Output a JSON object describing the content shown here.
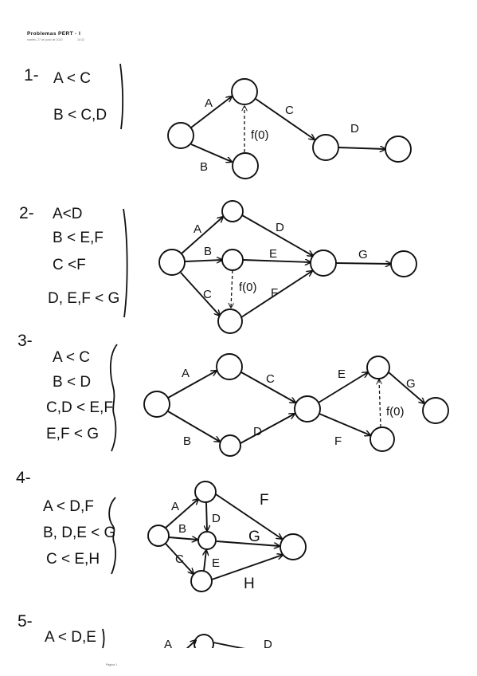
{
  "header": {
    "title": "Problemas PERT - I",
    "date": "martes, 27 de junio de 2020",
    "time": "10:32"
  },
  "problems": [
    {
      "number": "1-",
      "constraints": [
        "A < C",
        "B < C,D"
      ],
      "edge_labels": {
        "a": "A",
        "b": "B",
        "c": "C",
        "d": "D",
        "dummy": "f(0)"
      }
    },
    {
      "number": "2-",
      "constraints": [
        "A<D",
        "B < E,F",
        "C <F",
        "D, E,F < G"
      ],
      "edge_labels": {
        "a": "A",
        "b": "B",
        "c": "C",
        "d": "D",
        "e": "E",
        "f": "F",
        "g": "G",
        "dummy": "f(0)"
      }
    },
    {
      "number": "3-",
      "constraints": [
        "A < C",
        "B < D",
        "C,D < E,F",
        "E,F < G"
      ],
      "edge_labels": {
        "a": "A",
        "b": "B",
        "c": "C",
        "d": "D",
        "e": "E",
        "f": "F",
        "g": "G",
        "dummy": "f(0)"
      }
    },
    {
      "number": "4-",
      "constraints": [
        "A < D,F",
        "B, D,E < G",
        "C < E,H"
      ],
      "edge_labels": {
        "a": "A",
        "b": "B",
        "c": "C",
        "d": "D",
        "e": "E",
        "f": "F",
        "g": "G",
        "h": "H"
      }
    },
    {
      "number": "5-",
      "constraints": [
        "A < D,E"
      ],
      "edge_labels": {
        "a": "A",
        "d": "D"
      }
    }
  ],
  "footer": "Página 1"
}
